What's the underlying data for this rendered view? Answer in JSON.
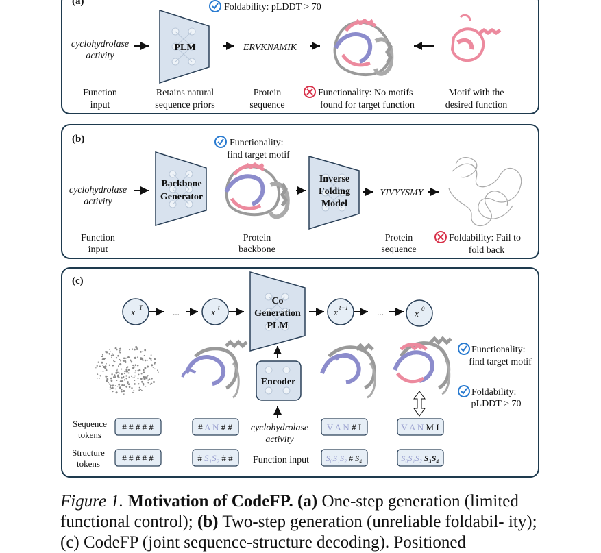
{
  "panel_a": {
    "label": "(a)",
    "check_text": "Foldability: pLDDT > 70",
    "input_line1": "cyclohydrolase",
    "input_line2": "activity",
    "model": "PLM",
    "sequence": "ERVKNAMIK",
    "caption_function_1": "Function",
    "caption_function_2": "input",
    "caption_model_1": "Retains natural",
    "caption_model_2": "sequence priors",
    "caption_seq_1": "Protein",
    "caption_seq_2": "sequence",
    "cross_text_1": "Functionality: No motifs",
    "cross_text_2": "found for target function",
    "caption_motif_1": "Motif with the",
    "caption_motif_2": "desired function"
  },
  "panel_b": {
    "label": "(b)",
    "check_text_1": "Functionality:",
    "check_text_2": "find target motif",
    "input_line1": "cyclohydrolase",
    "input_line2": "activity",
    "model1_line1": "Backbone",
    "model1_line2": "Generator",
    "model2_line1": "Inverse",
    "model2_line2": "Folding",
    "model2_line3": "Model",
    "sequence": "YIVYYSMY",
    "caption_function_1": "Function",
    "caption_function_2": "input",
    "caption_backbone_1": "Protein",
    "caption_backbone_2": "backbone",
    "caption_seq_1": "Protein",
    "caption_seq_2": "sequence",
    "cross_text_1": "Foldability: Fail to",
    "cross_text_2": "fold back"
  },
  "panel_c": {
    "label": "(c)",
    "node_T": "x",
    "node_T_sup": "T",
    "node_t": "x",
    "node_t_sup": "t",
    "node_tm1": "x",
    "node_tm1_sup": "t−1",
    "node_0": "x",
    "node_0_sup": "0",
    "ellipsis": "...",
    "model_line1": "Co",
    "model_line2": "Generation",
    "model_line3": "PLM",
    "encoder": "Encoder",
    "input_line1": "cyclohydrolase",
    "input_line2": "activity",
    "function_input": "Function input",
    "seq_label_1": "Sequence",
    "seq_label_2": "tokens",
    "struct_label_1": "Structure",
    "struct_label_2": "tokens",
    "seq_tok_1": "# # # # #",
    "struct_tok_1": "# # # # #",
    "seq_tok_2_a": "#",
    "seq_tok_2_b": "A N",
    "seq_tok_2_c": "# #",
    "struct_tok_2_a": "#",
    "struct_tok_2_b": "S₁S₂",
    "struct_tok_2_c": "# #",
    "seq_tok_3_a": "V A N",
    "seq_tok_3_b": "#",
    "seq_tok_3_c": "I",
    "struct_tok_3_a": "S₀S₁S₂",
    "struct_tok_3_b": "#",
    "struct_tok_3_c": "S₄",
    "seq_tok_4_a": "V A N",
    "seq_tok_4_b": "M I",
    "struct_tok_4_a": "S₀S₁S₂",
    "struct_tok_4_b": "S₃S₄",
    "check1_line1": "Functionality:",
    "check1_line2": "find target motif",
    "check2_line1": "Foldability:",
    "check2_line2": "pLDDT > 70"
  },
  "caption": {
    "fig": "Figure 1.",
    "title": "Motivation of CodeFP.",
    "a_label": "(a)",
    "a_text": "One-step generation (limited functional control);",
    "b_label": "(b)",
    "b_text": "Two-step generation (unreliable foldabil-",
    "c_text": "ity); (c) CodeFP (joint sequence-structure decoding). Positioned"
  },
  "colors": {
    "frame": "#1e3a4e",
    "model_fill": "#d8e2ee",
    "model_stroke": "#2a4058",
    "token_fill": "#e6eef6",
    "motif_pink": "#ec8a9e",
    "helix_purple": "#8c8ccc",
    "gray_chain": "#9a9a9a",
    "check_blue": "#2a7bd0",
    "cross_red": "#d8324a",
    "token_faded": "#9aa0d0"
  }
}
